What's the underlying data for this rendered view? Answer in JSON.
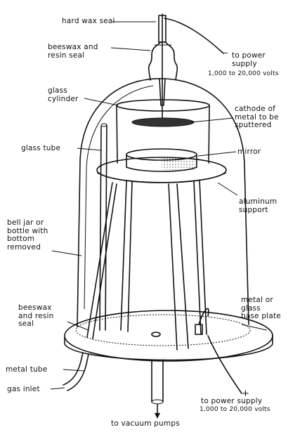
{
  "labels": {
    "hard_wax_seal": "hard wax seal",
    "beeswax_resin_seal_top": "beeswax and\nresin seal",
    "power_supply_top": "to power\nsupply",
    "power_supply_top_volts": "1,000 to 20,000 volts",
    "minus_sign": "–",
    "glass_cylinder": "glass\ncylinder",
    "cathode": "cathode of\nmetal to be\nsputtered",
    "glass_tube": "glass tube",
    "mirror": "mirror",
    "aluminum_support": "aluminum\nsupport",
    "bell_jar": "bell jar or\nbottle with\nbottom\nremoved",
    "beeswax_resin_seal_bottom": "beeswax\nand resin\nseal",
    "base_plate": "metal or\nglass\nbase plate",
    "metal_tube": "metal tube",
    "gas_inlet": "gas inlet",
    "plus_sign": "+",
    "power_supply_bottom": "to power supply",
    "power_supply_bottom_volts": "1,000 to 20,000 volts",
    "vacuum_pumps": "to vacuum pumps"
  }
}
